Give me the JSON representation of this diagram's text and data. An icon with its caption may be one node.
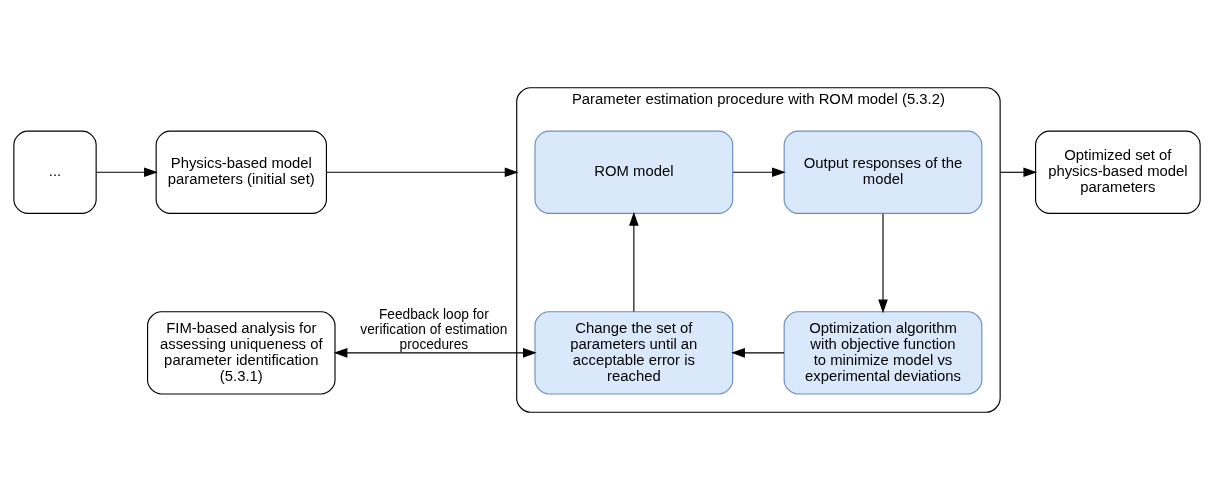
{
  "diagram": {
    "nodes": [
      {
        "text": [
          "..."
        ]
      },
      {
        "text": [
          "Physics-based model parameters (initial set)"
        ]
      },
      {
        "text": [
          "Parameter estimation procedure with ROM model (5.3.2)"
        ]
      },
      {
        "text": [
          "ROM model"
        ],
        "in": 2
      },
      {
        "text": [
          "Output responses of the model"
        ],
        "in": 2
      },
      {
        "text": [
          "Optimization algorithm with objective function to minimize model vs experimental deviations"
        ],
        "in": 2
      },
      {
        "text": [
          "Change the set of parameters until an acceptable error is reached"
        ],
        "in": 2
      },
      {
        "text": [
          "Optimized set of physics-based model parameters"
        ]
      },
      {
        "text": [
          "FIM-based analysis for assessing uniqueness of parameter identification (5.3.1)"
        ]
      }
    ],
    "edges": [
      {
        "from": 0,
        "to": 1,
        "arrow": "to"
      },
      {
        "from": 1,
        "to": 2,
        "arrow": "to"
      },
      {
        "from": 3,
        "to": 4,
        "arrow": "to"
      },
      {
        "from": 2,
        "to": 7,
        "arrow": "to"
      },
      {
        "from": 4,
        "to": 5,
        "arrow": "to"
      },
      {
        "from": 5,
        "to": 6,
        "arrow": "to"
      },
      {
        "from": 6,
        "to": 3,
        "arrow": "to"
      },
      {
        "from": 8,
        "to": 6,
        "arrow": "both",
        "label": "Feedback loop for verification of estimation procedures"
      }
    ]
  }
}
